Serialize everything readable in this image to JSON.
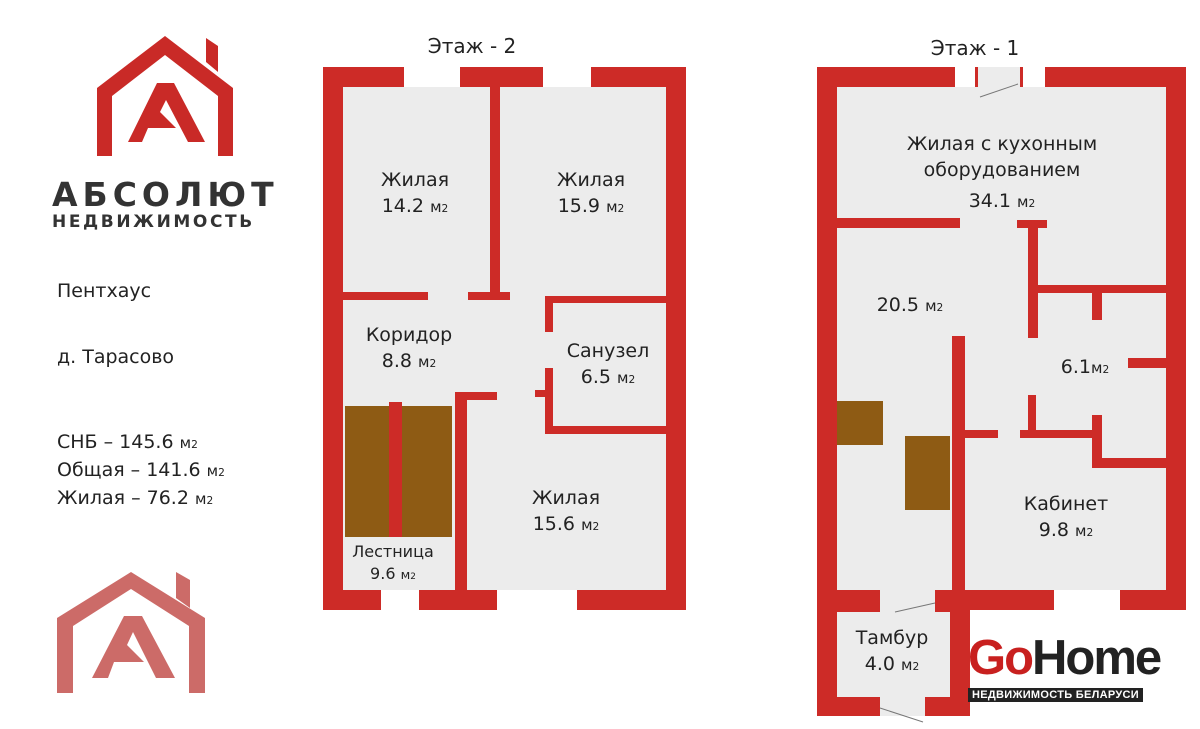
{
  "colors": {
    "wall": "#cd2b27",
    "floor": "#ececec",
    "stairs": "#8e5b14",
    "logo": "#c92a27",
    "logo_faded": "#cc6b68"
  },
  "brand": {
    "name": "АБСОЛЮТ",
    "subtitle": "НЕДВИЖИМОСТЬ"
  },
  "info": {
    "type": "Пентхаус",
    "location": "д. Тарасово",
    "stats": [
      {
        "label": "СНБ – 145.6 ",
        "unit": "м",
        "exp": "2"
      },
      {
        "label": "Общая – 141.6 ",
        "unit": "м",
        "exp": "2"
      },
      {
        "label": "Жилая – 76.2 ",
        "unit": "м",
        "exp": "2"
      }
    ]
  },
  "floor2": {
    "title": "Этаж - 2",
    "rooms": [
      {
        "name": "Жилая",
        "area": "14.2 ",
        "unit": "м",
        "exp": "2"
      },
      {
        "name": "Жилая",
        "area": "15.9 ",
        "unit": "м",
        "exp": "2"
      },
      {
        "name": "Коридор",
        "area": "8.8 ",
        "unit": "м",
        "exp": "2"
      },
      {
        "name": "Санузел",
        "area": "6.5 ",
        "unit": "м",
        "exp": "2"
      },
      {
        "name": "Жилая",
        "area": "15.6 ",
        "unit": "м",
        "exp": "2"
      },
      {
        "name": "Лестница",
        "area": "9.6 ",
        "unit": "м",
        "exp": "2"
      }
    ]
  },
  "floor1": {
    "title": "Этаж - 1",
    "rooms": [
      {
        "name": "Жилая с кухонным",
        "name2": "оборудованием",
        "area": "34.1 ",
        "unit": "м",
        "exp": "2"
      },
      {
        "area": "20.5 ",
        "unit": "м",
        "exp": "2"
      },
      {
        "area": "6.1",
        "unit": "м",
        "exp": "2"
      },
      {
        "name": "Кабинет",
        "area": "9.8 ",
        "unit": "м",
        "exp": "2"
      },
      {
        "name": "Тамбур",
        "area": "4.0 ",
        "unit": "м",
        "exp": "2"
      }
    ]
  },
  "gohome": {
    "go": "Go",
    "home": "Home",
    "tagline": "НЕДВИЖИМОСТЬ БЕЛАРУСИ"
  }
}
